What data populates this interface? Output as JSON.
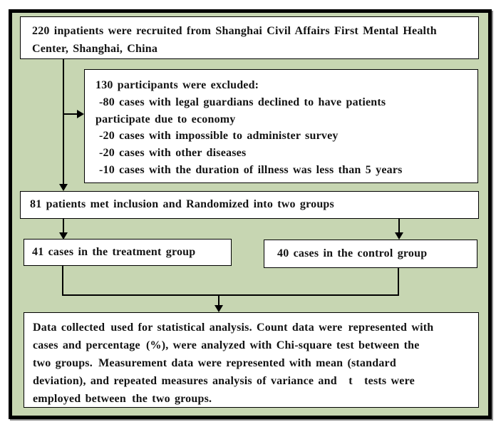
{
  "colors": {
    "page_bg": "#ffffff",
    "panel_bg": "#c7d6b2",
    "panel_border": "#000000",
    "box_bg": "#ffffff",
    "box_border": "#000000",
    "text": "#131313",
    "arrow": "#000000"
  },
  "flowchart": {
    "recruited": {
      "lines": [
        "220 inpatients were recruited from Shanghai Civil Affairs First Mental Health",
        "Center, Shanghai, China"
      ]
    },
    "excluded": {
      "lines": [
        "130 participants were excluded:",
        "-80 cases with legal guardians declined to have patients",
        "participate due to economy",
        "-20 cases with impossible to administer survey",
        "-20 cases with other diseases",
        "-10 cases with the duration of illness was less than 5 years"
      ]
    },
    "randomized": {
      "text": "81 patients met inclusion and Randomized into two groups"
    },
    "treatment": {
      "text": "41 cases in the treatment group"
    },
    "control": {
      "text": "40 cases in the control group"
    },
    "analysis": {
      "lines": [
        "Data collected used for statistical analysis. Count data were represented with",
        "cases and percentage (%), were analyzed with Chi-square test between the",
        "two groups. Measurement data were represented with mean (standard",
        "deviation), and repeated measures analysis of variance and  t  tests were",
        "employed between the two groups."
      ]
    }
  }
}
